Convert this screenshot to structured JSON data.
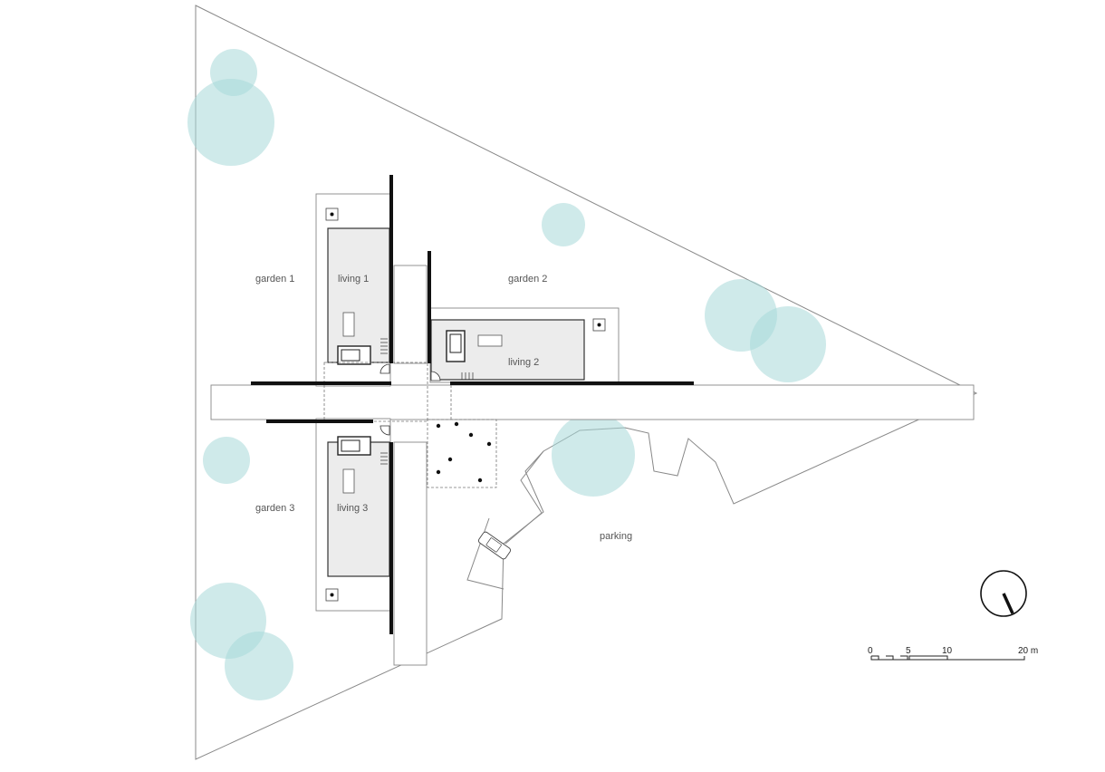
{
  "labels": {
    "garden_1": "garden 1",
    "garden_2": "garden 2",
    "garden_3": "garden 3",
    "living_1": "living 1",
    "living_2": "living 2",
    "living_3": "living 3",
    "parking": "parking"
  },
  "scale_bar": {
    "ticks": [
      "0",
      "5",
      "10",
      "20 m"
    ]
  },
  "colors": {
    "tree": "#a8d8d8",
    "room_fill": "#ececec",
    "wall": "#111111",
    "outline": "#888888"
  },
  "icons": {
    "north_arrow": "north-arrow-icon",
    "car": "car-icon",
    "tree": "tree-canopy-icon"
  }
}
